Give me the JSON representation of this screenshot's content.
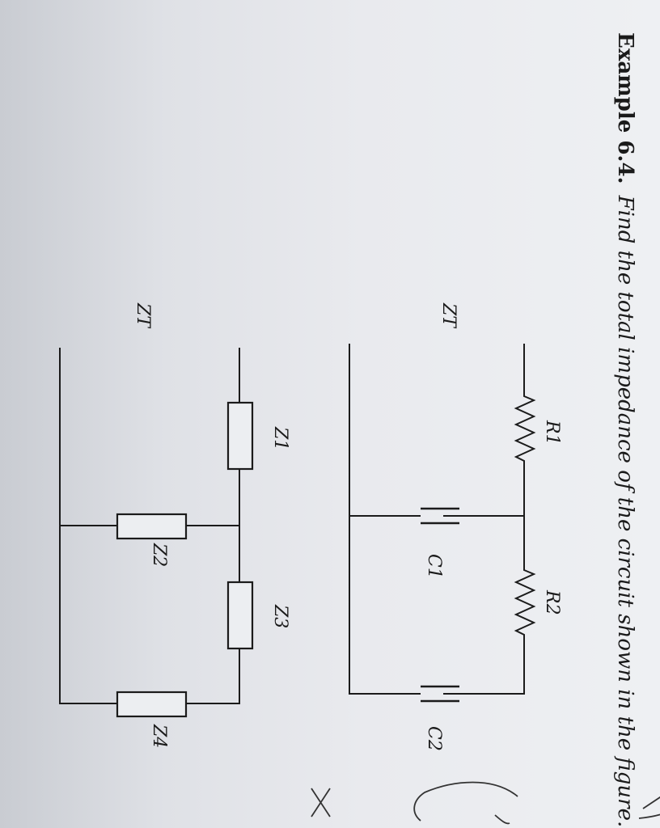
{
  "heading": {
    "number": "Example 6.4.",
    "text": "Find the total impedance of the circuit shown in the figure."
  },
  "circuit_top": {
    "input_label": "ZT",
    "components": [
      "R1",
      "C1",
      "R2",
      "C2"
    ]
  },
  "circuit_bottom": {
    "input_label": "ZT",
    "components": [
      "Z1",
      "Z2",
      "Z3",
      "Z4"
    ]
  }
}
